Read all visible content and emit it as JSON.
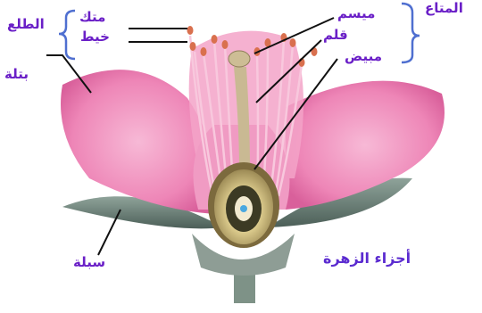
{
  "diagram": {
    "caption": "أجزاء الزهرة",
    "labels": {
      "anther": "متك",
      "filament": "خيط",
      "stamen": "الطلع",
      "petal": "بتلة",
      "sepal": "سبلة",
      "stigma": "ميسم",
      "style": "قلم",
      "ovary": "مبيض",
      "pistil": "المتاع"
    },
    "colors": {
      "label_text": "#6a1fc7",
      "bracket": "#4f6fd0",
      "petal": "#ee86b7",
      "sepal": "#5c6f67",
      "stem": "#7e9287",
      "leader_line": "#111111"
    }
  }
}
